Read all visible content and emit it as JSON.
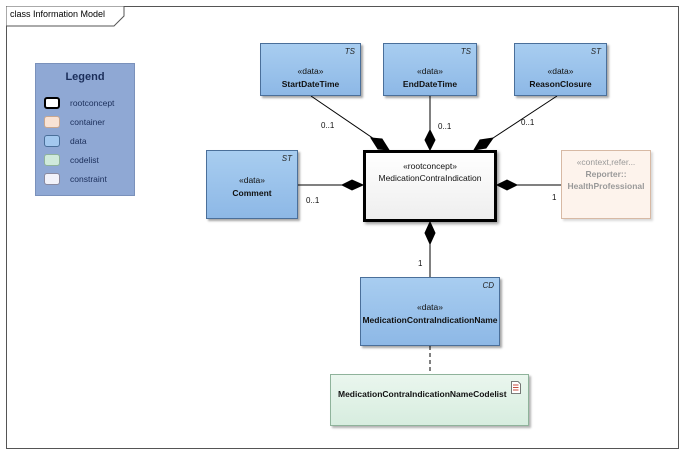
{
  "diagram": {
    "frame_title": "class Information Model"
  },
  "legend": {
    "title": "Legend",
    "items": [
      {
        "label": "rootconcept",
        "fill": "#ffffff",
        "border": "#000000"
      },
      {
        "label": "container",
        "fill": "#f9e3d5",
        "border": "#c9a78f"
      },
      {
        "label": "data",
        "fill": "#a3c8ef",
        "border": "#4a6f9a"
      },
      {
        "label": "codelist",
        "fill": "#cfeadb",
        "border": "#8fb39b"
      },
      {
        "label": "constraint",
        "fill": "#f2f2fa",
        "border": "#8a8aa0"
      }
    ]
  },
  "nodes": {
    "start": {
      "stereotype": "«data»",
      "name": "StartDateTime",
      "type": "TS"
    },
    "end": {
      "stereotype": "«data»",
      "name": "EndDateTime",
      "type": "TS"
    },
    "reason": {
      "stereotype": "«data»",
      "name": "ReasonClosure",
      "type": "ST"
    },
    "comment": {
      "stereotype": "«data»",
      "name": "Comment",
      "type": "ST"
    },
    "root": {
      "stereotype": "«rootconcept»",
      "name": "MedicationContraIndication"
    },
    "context": {
      "stereotype": "«context,refer...",
      "line2": "Reporter::",
      "line3": "HealthProfessional"
    },
    "name_node": {
      "stereotype": "«data»",
      "name": "MedicationContraIndicationName",
      "type": "CD"
    },
    "codelist": {
      "name": "MedicationContraIndicationNameCodelist"
    }
  },
  "multiplicities": {
    "start": "0..1",
    "end": "0..1",
    "reason": "0..1",
    "comment": "0..1",
    "context": "1",
    "name_node": "1"
  },
  "colors": {
    "edge": "#000000",
    "data_fill": "#a3c8ef",
    "root_border": "#000000"
  }
}
